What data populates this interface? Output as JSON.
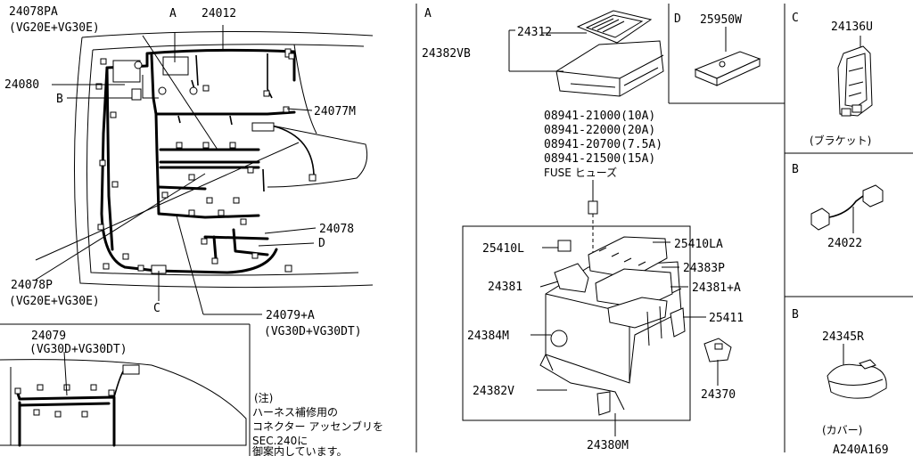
{
  "panels": {
    "main_harness": {
      "part_24078PA": "24078PA",
      "variant_24078PA": "(VG20E+VG30E)",
      "callout_A": "A",
      "part_24012": "24012",
      "part_24080": "24080",
      "callout_B": "B",
      "part_24077M": "24077M",
      "part_24078": "24078",
      "callout_D": "D",
      "part_24078P": "24078P",
      "variant_24078P": "(VG20E+VG30E)",
      "callout_C": "C",
      "part_24079A": "24079+A",
      "variant_24079A": "(VG30D+VG30DT)"
    },
    "inset_24079": {
      "part": "24079",
      "variant": "(VG30D+VG30DT)"
    },
    "note": {
      "lines": [
        "(注)",
        "ハーネス補修用の",
        "コネクター アッセンブリを",
        "SEC.240に",
        "御案内しています。"
      ]
    },
    "detail_A": {
      "tag": "A",
      "part_24312": "24312",
      "part_24382VB": "24382VB",
      "fuses": [
        "08941-21000(10A)",
        "08941-22000(20A)",
        "08941-20700(7.5A)",
        "08941-21500(15A)"
      ],
      "fuse_label": "FUSE ヒューズ",
      "part_25410L": "25410L",
      "part_25410LA": "25410LA",
      "part_24383P": "24383P",
      "part_24381": "24381",
      "part_24381A": "24381+A",
      "part_24384M": "24384M",
      "part_25411": "25411",
      "part_24382V": "24382V",
      "part_24370": "24370",
      "part_24380M": "24380M"
    },
    "detail_D": {
      "tag": "D",
      "part": "25950W"
    },
    "detail_C": {
      "tag": "C",
      "part": "24136U",
      "caption": "(ブラケット)"
    },
    "detail_B1": {
      "tag": "B",
      "part": "24022"
    },
    "detail_B2": {
      "tag": "B",
      "part": "24345R",
      "caption": "(カバー)"
    },
    "drawing_code": "A240A169"
  }
}
